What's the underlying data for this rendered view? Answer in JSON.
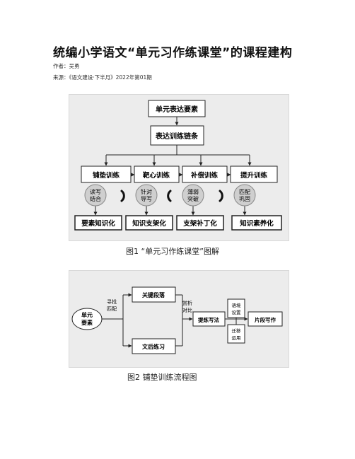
{
  "article": {
    "title": "统编小学语文“单元习作练课堂”的课程建构",
    "author": "作者：吴勇",
    "source": "来源：《语文建设·下半月》2022年第01期"
  },
  "figure1": {
    "top_box": "单元表达要素",
    "chain_box": "表达训练链条",
    "stages": [
      "铺垫训练",
      "靶心训练",
      "补偿训练",
      "提升训练"
    ],
    "circles": [
      [
        "读写",
        "结合"
      ],
      [
        "针对",
        "导写"
      ],
      [
        "薄弱",
        "突破"
      ],
      [
        "匹配",
        "巩固"
      ]
    ],
    "results": [
      "要素知识化",
      "知识支架化",
      "支架补丁化",
      "知识素养化"
    ],
    "caption": "图1 “单元习作练课堂”图解"
  },
  "figure2": {
    "start": [
      "单元",
      "要素"
    ],
    "find_match": [
      "寻找",
      "匹配"
    ],
    "key_para": "关键段落",
    "after_class": "文后练习",
    "appreciate": [
      "赏析",
      "对比"
    ],
    "extract": "提炼写法",
    "situation": [
      "语境",
      "设置"
    ],
    "transfer": [
      "迁移",
      "运用"
    ],
    "fragment": "片段写作",
    "caption": "图2 铺垫训练流程图"
  }
}
